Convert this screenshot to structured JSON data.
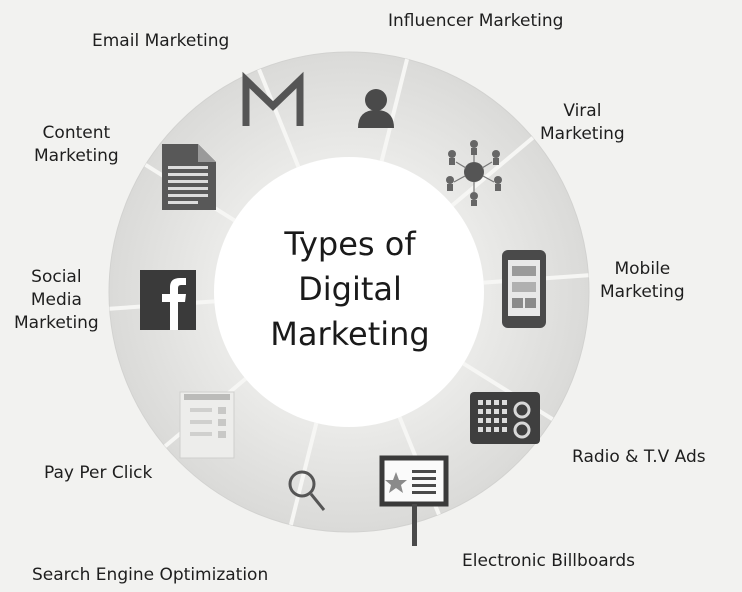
{
  "title_lines": [
    "Types of",
    "Digital",
    "Marketing"
  ],
  "segments": [
    {
      "id": "email",
      "icon": "gmail-icon",
      "label_lines": [
        "Email Marketing"
      ]
    },
    {
      "id": "influencer",
      "icon": "person-icon",
      "label_lines": [
        "Influencer Marketing"
      ]
    },
    {
      "id": "viral",
      "icon": "people-network-icon",
      "label_lines": [
        "Viral",
        "Marketing"
      ]
    },
    {
      "id": "mobile",
      "icon": "smartphone-icon",
      "label_lines": [
        "Mobile",
        "Marketing"
      ]
    },
    {
      "id": "radio-tv",
      "icon": "radio-icon",
      "label_lines": [
        "Radio & T.V Ads"
      ]
    },
    {
      "id": "billboards",
      "icon": "billboard-icon",
      "label_lines": [
        "Electronic Billboards"
      ]
    },
    {
      "id": "seo",
      "icon": "magnifier-icon",
      "label_lines": [
        "Search Engine Optimization"
      ]
    },
    {
      "id": "ppc",
      "icon": "ppc-page-icon",
      "label_lines": [
        "Pay Per Click"
      ]
    },
    {
      "id": "social",
      "icon": "facebook-icon",
      "label_lines": [
        "Social",
        "Media",
        "Marketing"
      ]
    },
    {
      "id": "content",
      "icon": "document-icon",
      "label_lines": [
        "Content",
        "Marketing"
      ]
    }
  ],
  "colors": {
    "ring": "#e3e3e1",
    "ring_edge": "#d7d7d5",
    "divider": "#f6f6f4",
    "center": "#ffffff",
    "icon": "#444444",
    "text": "#1e1e1e",
    "background": "#f2f2f0"
  }
}
